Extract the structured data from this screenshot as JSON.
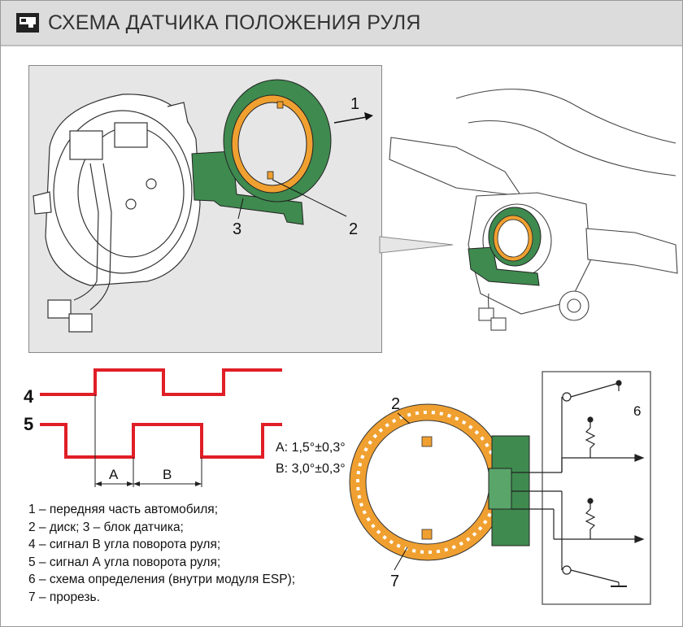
{
  "header": {
    "title": "СХЕМА ДАТЧИКА ПОЛОЖЕНИЯ РУЛЯ",
    "icon": "steering-diagram-icon"
  },
  "callouts": {
    "n1": "1",
    "n2": "2",
    "n3": "3",
    "n4": "4",
    "n5": "5",
    "n2b": "2",
    "n6": "6",
    "n7": "7"
  },
  "signal": {
    "a_label": "A",
    "b_label": "B",
    "spec_a": "A: 1,5°±0,3°",
    "spec_b": "B: 3,0°±0,3°"
  },
  "legend": [
    "1 – передняя часть автомобиля;",
    "2 – диск; 3 – блок датчика;",
    "4 – сигнал В угла поворота руля;",
    "5 – сигнал А угла поворота руля;",
    "6 – схема определения (внутри модуля ESP);",
    "7 – прорезь."
  ],
  "colors": {
    "signal_red": "#e01e26",
    "disc_orange": "#f0a030",
    "sensor_green": "#3f8a4f",
    "header_bg": "#dcdcdc"
  }
}
